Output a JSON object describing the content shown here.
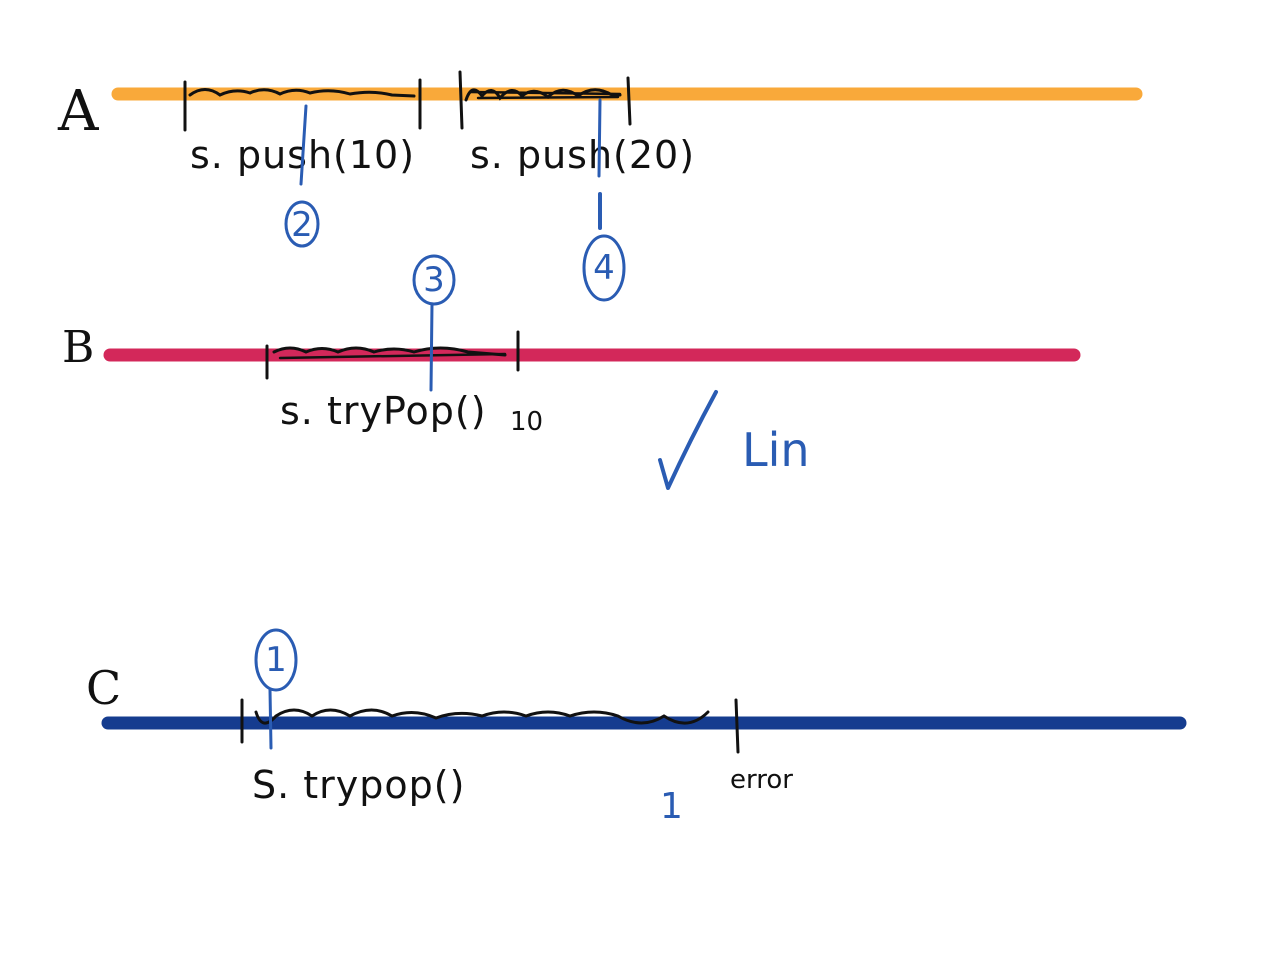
{
  "colors": {
    "thread_a": "#f9a93a",
    "thread_b": "#d3285a",
    "thread_c": "#153c8f",
    "ink": "#111111",
    "annotation": "#2a5cb3"
  },
  "threads": [
    {
      "label": "A",
      "operations": [
        {
          "label": "s. push(10)"
        },
        {
          "label": "s. push(20)"
        }
      ]
    },
    {
      "label": "B",
      "operations": [
        {
          "label": "s. tryPop()",
          "result": "10"
        }
      ]
    },
    {
      "label": "C",
      "operations": [
        {
          "label": "S. trypop()",
          "result": "error"
        }
      ]
    }
  ],
  "linearization_points": [
    "1",
    "2",
    "3",
    "4"
  ],
  "verdict": {
    "check": "checkmark-icon",
    "label": "Lin"
  },
  "stray_mark": "1"
}
